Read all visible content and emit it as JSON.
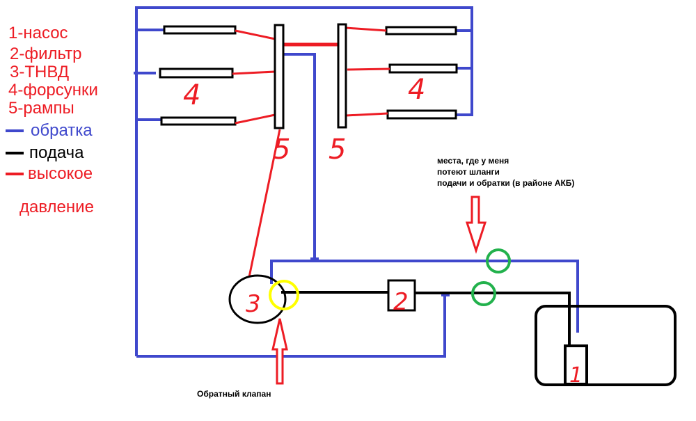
{
  "colors": {
    "return_line": "#3f48cc",
    "supply_line": "#000000",
    "high_pressure": "#ed1c24",
    "leak_marker": "#22b14c",
    "valve_marker": "#ffff00",
    "background": "#ffffff"
  },
  "legend": {
    "items": [
      {
        "text": "1-насос"
      },
      {
        "text": "2-фильтр"
      },
      {
        "text": "3-ТНВД"
      },
      {
        "text": "4-форсунки"
      },
      {
        "text": "5-рампы"
      }
    ],
    "lines": [
      {
        "text": "обратка",
        "color": "#3f48cc"
      },
      {
        "text": "подача",
        "color": "#000000"
      },
      {
        "text": "высокое",
        "color": "#ed1c24"
      }
    ],
    "continuation": "давление"
  },
  "labels": {
    "pump": "1",
    "filter": "2",
    "injection_pump": "3",
    "injectors_left": "4",
    "injectors_right": "4",
    "rail_left": "5",
    "rail_right": "5"
  },
  "notes": {
    "leak_note": [
      "места, где у меня",
      "потеют шланги",
      "подачи и обратки (в районе АКБ)"
    ],
    "valve_note": "Обратный клапан"
  }
}
